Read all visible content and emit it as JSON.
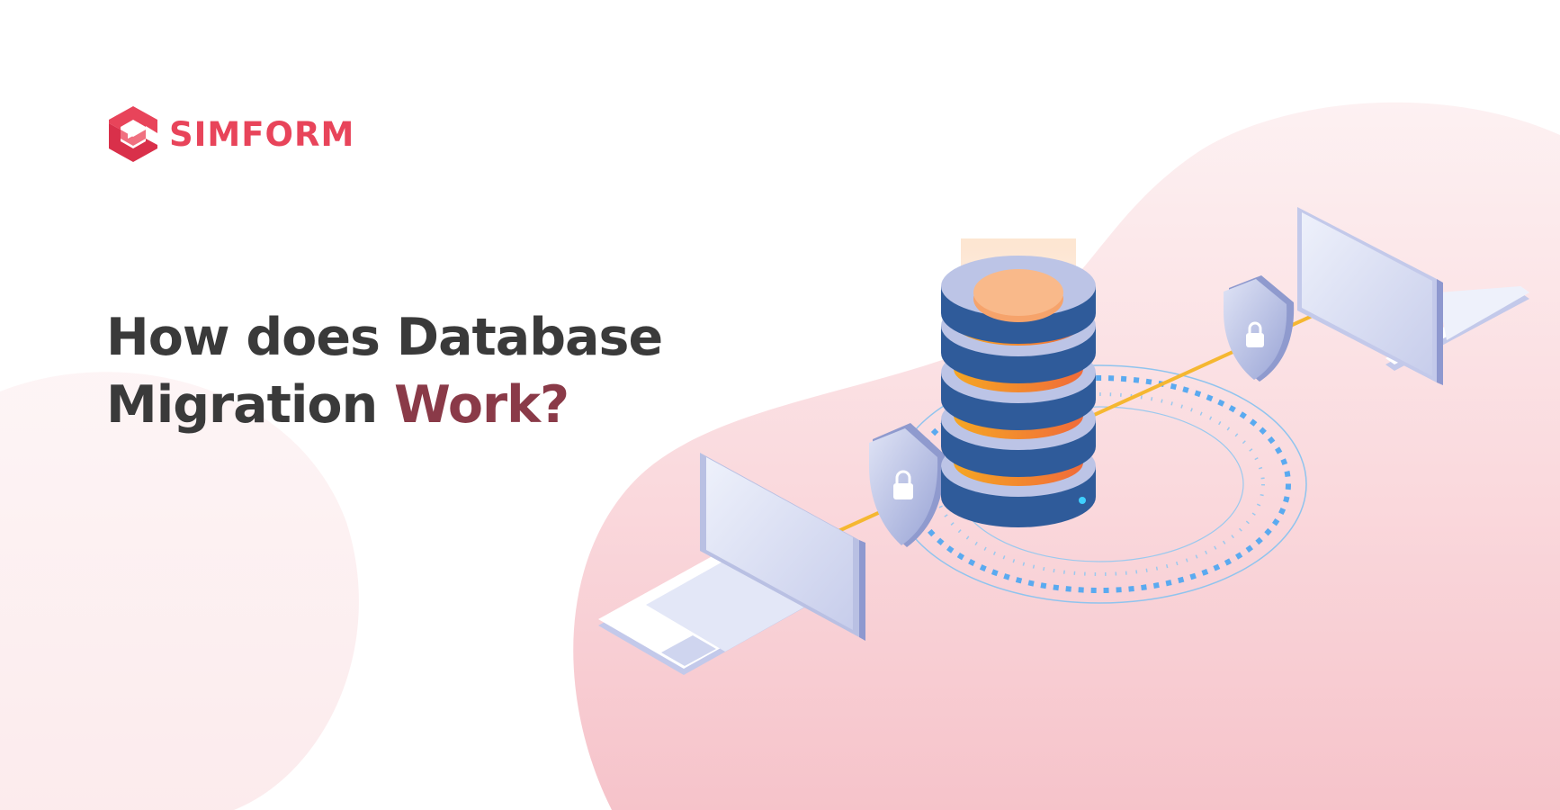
{
  "brand": {
    "name": "SIMFORM",
    "color": "#e8445a",
    "icon": "simform-logo-icon"
  },
  "headline": {
    "line1": "How does Database",
    "line2_plain": "Migration ",
    "line2_accent": "Work?",
    "text_color": "#3a3a3a",
    "accent_color": "#8a3a48"
  },
  "illustration": {
    "icons": [
      "laptop-icon",
      "shield-lock-icon",
      "database-icon",
      "shield-lock-icon",
      "laptop-icon"
    ],
    "colors": {
      "background_blob": "#f8c9cf",
      "database_disk": "#2f5b9a",
      "database_rim": "#bcc4e6",
      "glow": "#f6a36b",
      "connector": "#f5b731",
      "ring": "#6bb6ee"
    }
  }
}
